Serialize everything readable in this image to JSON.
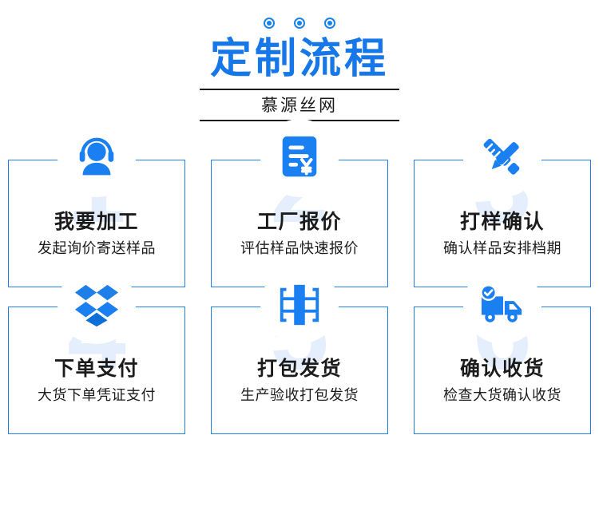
{
  "header": {
    "dots_count": 3,
    "dot_icon": "concentric-circle-dot",
    "title": "定制流程",
    "subtitle": "慕源丝网",
    "title_color": "#1677e8",
    "subtitle_color": "#1a1a1a"
  },
  "theme": {
    "accent": "#1784ea",
    "card_border": "#1f7fe8",
    "icon_blue": "#1a7ff0",
    "watermark": "#dbe9fb",
    "background": "#ffffff",
    "text": "#1b1b1b"
  },
  "cards": [
    {
      "number": "1",
      "icon": "headset-support-agent-icon",
      "title": "我要加工",
      "desc": "发起询价寄送样品"
    },
    {
      "number": "2",
      "icon": "quotation-invoice-yuan-icon",
      "title": "工厂报价",
      "desc": "评估样品快速报价"
    },
    {
      "number": "3",
      "icon": "ruler-pencil-drafting-icon",
      "title": "打样确认",
      "desc": "确认样品安排档期"
    },
    {
      "number": "4",
      "icon": "open-box-diamond-icon",
      "title": "下单支付",
      "desc": "大货下单凭证支付"
    },
    {
      "number": "5",
      "icon": "packed-box-strapping-icon",
      "title": "打包发货",
      "desc": "生产验收打包发货"
    },
    {
      "number": "6",
      "icon": "delivery-truck-check-icon",
      "title": "确认收货",
      "desc": "检查大货确认收货"
    }
  ]
}
